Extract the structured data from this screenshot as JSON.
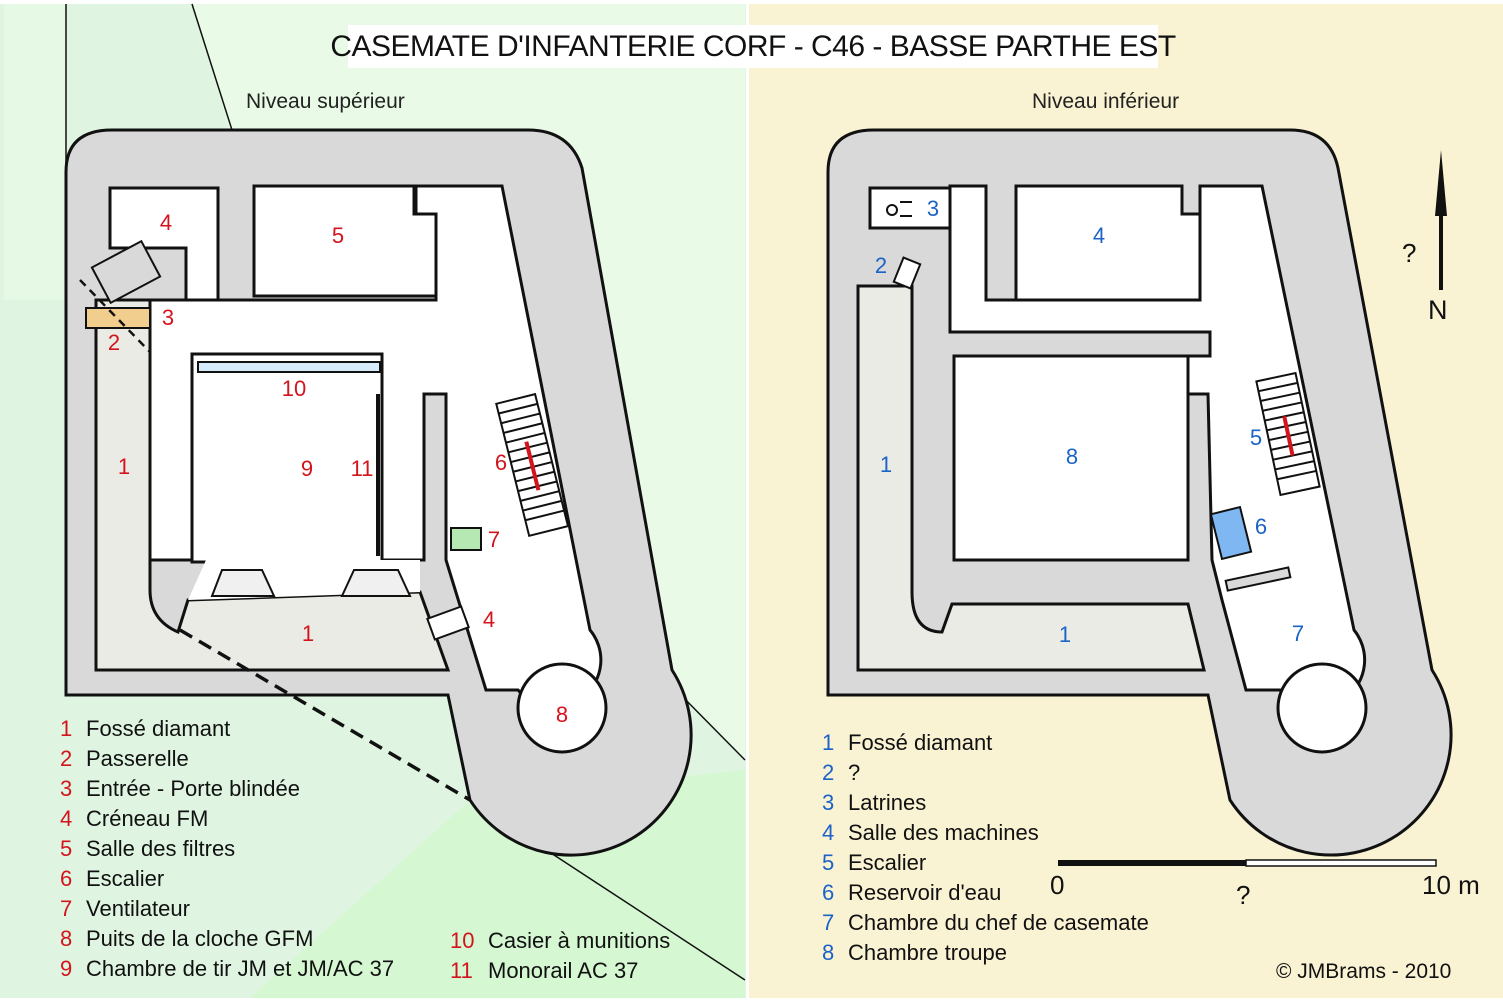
{
  "title": "CASEMATE D'INFANTERIE CORF - C46 - BASSE PARTHE EST",
  "colors": {
    "left_bg": "#dff5e1",
    "right_bg": "#f9f2d3",
    "wall": "#d9d9d9",
    "ditch": "#ebebe6",
    "red_labels": "#d4141c",
    "blue_labels": "#1c63c8",
    "ventilator": "#b6e8b4",
    "water_tank": "#7fb7f2",
    "passerelle": "#f2ce8e"
  },
  "upper_level": {
    "heading": "Niveau supérieur",
    "labels": [
      "1",
      "1",
      "2",
      "3",
      "4",
      "4",
      "5",
      "6",
      "7",
      "8",
      "9",
      "10",
      "11"
    ],
    "legend": [
      {
        "num": "1",
        "text": "Fossé diamant"
      },
      {
        "num": "2",
        "text": "Passerelle"
      },
      {
        "num": "3",
        "text": "Entrée - Porte blindée"
      },
      {
        "num": "4",
        "text": "Créneau FM"
      },
      {
        "num": "5",
        "text": "Salle des filtres"
      },
      {
        "num": "6",
        "text": "Escalier"
      },
      {
        "num": "7",
        "text": "Ventilateur"
      },
      {
        "num": "8",
        "text": "Puits de la cloche GFM"
      },
      {
        "num": "9",
        "text": "Chambre de tir JM et JM/AC 37"
      },
      {
        "num": "10",
        "text": "Casier à munitions"
      },
      {
        "num": "11",
        "text": "Monorail AC 37"
      }
    ]
  },
  "lower_level": {
    "heading": "Niveau inférieur",
    "labels": [
      "1",
      "1",
      "2",
      "3",
      "4",
      "5",
      "6",
      "7",
      "8"
    ],
    "legend": [
      {
        "num": "1",
        "text": "Fossé diamant"
      },
      {
        "num": "2",
        "text": "?"
      },
      {
        "num": "3",
        "text": "Latrines"
      },
      {
        "num": "4",
        "text": "Salle des machines"
      },
      {
        "num": "5",
        "text": "Escalier"
      },
      {
        "num": "6",
        "text": "Reservoir d'eau"
      },
      {
        "num": "7",
        "text": "Chambre du chef de casemate"
      },
      {
        "num": "8",
        "text": "Chambre troupe"
      }
    ]
  },
  "compass": {
    "question": "?",
    "north": "N"
  },
  "scale": {
    "start": "0",
    "middle": "?",
    "end": "10 m"
  },
  "copyright": "©  JMBrams  - 2010"
}
